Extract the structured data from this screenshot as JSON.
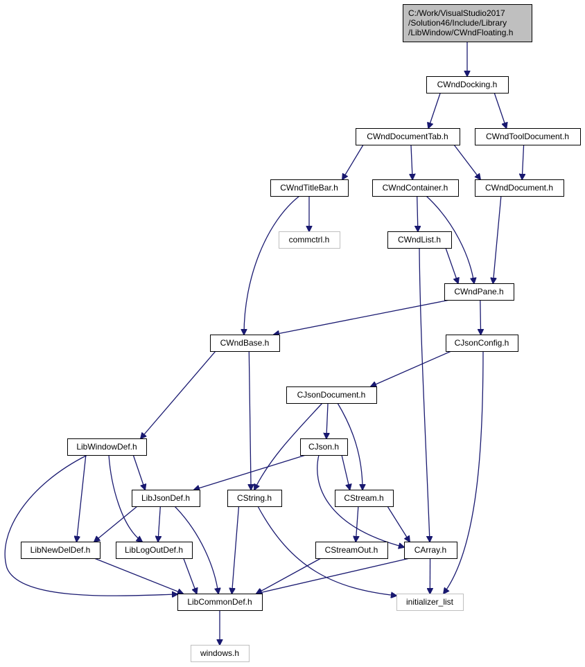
{
  "diagram": {
    "type": "include-dependency-graph",
    "colors": {
      "edge": "#191970",
      "root_fill": "#bfbfbf",
      "external_border": "#bfbfbf",
      "node_border": "#000000"
    },
    "nodes": [
      {
        "id": "root",
        "lines": [
          "C:/Work/VisualStudio2017",
          "/Solution46/Include/Library",
          "/LibWindow/CWndFloating.h"
        ],
        "kind": "root"
      },
      {
        "id": "cwnddocking",
        "lines": [
          "CWndDocking.h"
        ],
        "kind": "header"
      },
      {
        "id": "cwnddocumenttab",
        "lines": [
          "CWndDocumentTab.h"
        ],
        "kind": "header"
      },
      {
        "id": "cwndtooldocument",
        "lines": [
          "CWndToolDocument.h"
        ],
        "kind": "header"
      },
      {
        "id": "cwndtitlebar",
        "lines": [
          "CWndTitleBar.h"
        ],
        "kind": "header"
      },
      {
        "id": "cwndcontainer",
        "lines": [
          "CWndContainer.h"
        ],
        "kind": "header"
      },
      {
        "id": "cwnddocument",
        "lines": [
          "CWndDocument.h"
        ],
        "kind": "header"
      },
      {
        "id": "commctrl",
        "lines": [
          "commctrl.h"
        ],
        "kind": "external"
      },
      {
        "id": "cwndlist",
        "lines": [
          "CWndList.h"
        ],
        "kind": "header"
      },
      {
        "id": "cwndpane",
        "lines": [
          "CWndPane.h"
        ],
        "kind": "header"
      },
      {
        "id": "cwndbase",
        "lines": [
          "CWndBase.h"
        ],
        "kind": "header"
      },
      {
        "id": "cjsonconfig",
        "lines": [
          "CJsonConfig.h"
        ],
        "kind": "header"
      },
      {
        "id": "cjsondocument",
        "lines": [
          "CJsonDocument.h"
        ],
        "kind": "header"
      },
      {
        "id": "libwindowdef",
        "lines": [
          "LibWindowDef.h"
        ],
        "kind": "header"
      },
      {
        "id": "cjson",
        "lines": [
          "CJson.h"
        ],
        "kind": "header"
      },
      {
        "id": "libjsondef",
        "lines": [
          "LibJsonDef.h"
        ],
        "kind": "header"
      },
      {
        "id": "cstring",
        "lines": [
          "CString.h"
        ],
        "kind": "header"
      },
      {
        "id": "cstream",
        "lines": [
          "CStream.h"
        ],
        "kind": "header"
      },
      {
        "id": "libnewdeldef",
        "lines": [
          "LibNewDelDef.h"
        ],
        "kind": "header"
      },
      {
        "id": "liblogoutdef",
        "lines": [
          "LibLogOutDef.h"
        ],
        "kind": "header"
      },
      {
        "id": "cstreamout",
        "lines": [
          "CStreamOut.h"
        ],
        "kind": "header"
      },
      {
        "id": "carray",
        "lines": [
          "CArray.h"
        ],
        "kind": "header"
      },
      {
        "id": "libcommondef",
        "lines": [
          "LibCommonDef.h"
        ],
        "kind": "header"
      },
      {
        "id": "initializer_list",
        "lines": [
          "initializer_list"
        ],
        "kind": "external"
      },
      {
        "id": "windows",
        "lines": [
          "windows.h"
        ],
        "kind": "external"
      }
    ],
    "edges": [
      {
        "from": "root",
        "to": "cwnddocking"
      },
      {
        "from": "cwnddocking",
        "to": "cwnddocumenttab"
      },
      {
        "from": "cwnddocking",
        "to": "cwndtooldocument"
      },
      {
        "from": "cwnddocumenttab",
        "to": "cwndtitlebar"
      },
      {
        "from": "cwnddocumenttab",
        "to": "cwndcontainer"
      },
      {
        "from": "cwnddocumenttab",
        "to": "cwnddocument"
      },
      {
        "from": "cwndtooldocument",
        "to": "cwnddocument"
      },
      {
        "from": "cwndtitlebar",
        "to": "commctrl"
      },
      {
        "from": "cwndtitlebar",
        "to": "cwndbase"
      },
      {
        "from": "cwndcontainer",
        "to": "cwndlist"
      },
      {
        "from": "cwndcontainer",
        "to": "cwndpane"
      },
      {
        "from": "cwnddocument",
        "to": "cwndpane"
      },
      {
        "from": "cwndlist",
        "to": "cwndpane"
      },
      {
        "from": "cwndlist",
        "to": "carray"
      },
      {
        "from": "cwndpane",
        "to": "cwndbase"
      },
      {
        "from": "cwndpane",
        "to": "cjsonconfig"
      },
      {
        "from": "cwndbase",
        "to": "libwindowdef"
      },
      {
        "from": "cwndbase",
        "to": "cstring"
      },
      {
        "from": "cjsonconfig",
        "to": "cjsondocument"
      },
      {
        "from": "cjsonconfig",
        "to": "initializer_list"
      },
      {
        "from": "cjsondocument",
        "to": "cjson"
      },
      {
        "from": "cjsondocument",
        "to": "cstring"
      },
      {
        "from": "cjsondocument",
        "to": "cstream"
      },
      {
        "from": "libwindowdef",
        "to": "libjsondef"
      },
      {
        "from": "libwindowdef",
        "to": "libnewdeldef"
      },
      {
        "from": "libwindowdef",
        "to": "liblogoutdef"
      },
      {
        "from": "libwindowdef",
        "to": "libcommondef"
      },
      {
        "from": "cjson",
        "to": "libjsondef"
      },
      {
        "from": "cjson",
        "to": "cstream"
      },
      {
        "from": "cjson",
        "to": "carray"
      },
      {
        "from": "libjsondef",
        "to": "libnewdeldef"
      },
      {
        "from": "libjsondef",
        "to": "liblogoutdef"
      },
      {
        "from": "libjsondef",
        "to": "libcommondef"
      },
      {
        "from": "cstring",
        "to": "libcommondef"
      },
      {
        "from": "cstring",
        "to": "initializer_list"
      },
      {
        "from": "cstream",
        "to": "cstreamout"
      },
      {
        "from": "cstream",
        "to": "carray"
      },
      {
        "from": "libnewdeldef",
        "to": "libcommondef"
      },
      {
        "from": "liblogoutdef",
        "to": "libcommondef"
      },
      {
        "from": "cstreamout",
        "to": "libcommondef"
      },
      {
        "from": "carray",
        "to": "libcommondef"
      },
      {
        "from": "carray",
        "to": "initializer_list"
      },
      {
        "from": "libcommondef",
        "to": "windows"
      }
    ]
  }
}
